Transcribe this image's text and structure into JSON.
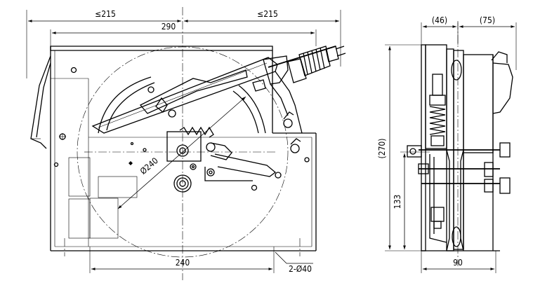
{
  "front_view": {
    "dim_left_half": "≤215",
    "dim_right_half": "≤215",
    "dim_width": "290",
    "dim_diameter": "Ø240",
    "dim_bottom": "240",
    "dim_holes": "2-Ø40"
  },
  "side_view": {
    "dim_top_left": "(46)",
    "dim_top_right": "(75)",
    "dim_height": "(270)",
    "dim_center_height": "133",
    "dim_bottom_width": "90"
  }
}
